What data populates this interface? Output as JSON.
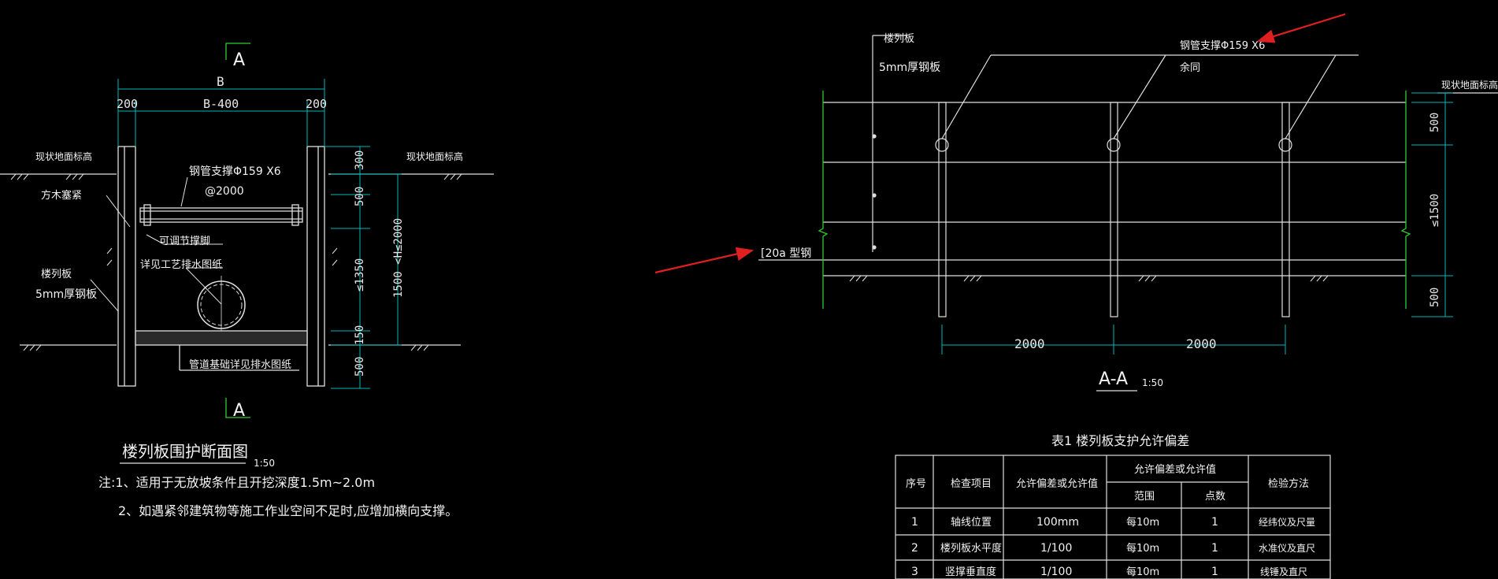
{
  "left_section": {
    "section_marker": "A",
    "dims": {
      "b": "B",
      "left_200": "200",
      "mid": "B-400",
      "right_200": "200"
    },
    "labels": {
      "ground_left": "现状地面标高",
      "ground_right": "现状地面标高",
      "wood_block": "方木塞紧",
      "steel_pipe": "钢管支撑Φ159 X6",
      "spacing": "@2000",
      "adjust_foot": "可调节撑脚",
      "pipe_ref": "详见工艺排水图纸",
      "sheet_pile": "楼列板",
      "steel_plate": "5mm厚钢板",
      "foundation": "管道基础详见排水图纸"
    },
    "right_dims": {
      "d300": "300",
      "d500": "500",
      "d1350": "≤1350",
      "d150": "150",
      "d500b": "500",
      "h_range": "1500 <H≤2000"
    },
    "title": "楼列板围护断面图",
    "scale": "1:50",
    "notes": [
      "注:1、适用于无放坡条件且开挖深度1.5m~2.0m",
      "2、如遇紧邻建筑物等施工作业空间不足时,应增加横向支撑。"
    ]
  },
  "right_section": {
    "labels": {
      "sheet_pile": "楼列板",
      "steel_plate": "5mm厚钢板",
      "steel_pipe": "钢管支撑Φ159 X6",
      "same": "余同",
      "ground": "现状地面标高",
      "channel": "[20a 型钢"
    },
    "dims": {
      "d500_top": "500",
      "d1500": "≤1500",
      "d500_bot": "500",
      "span1": "2000",
      "span2": "2000"
    },
    "title": "A-A",
    "scale": "1:50"
  },
  "table": {
    "caption": "表1  楼列板支护允许偏差",
    "headers": {
      "seq": "序号",
      "item": "检查项目",
      "tolerance": "允许偏差或允许值",
      "group": "允许偏差或允许值",
      "range": "范围",
      "points": "点数",
      "method": "检验方法"
    },
    "rows": [
      {
        "seq": "1",
        "item": "轴线位置",
        "tolerance": "100mm",
        "range": "每10m",
        "points": "1",
        "method": "经纬仪及尺量"
      },
      {
        "seq": "2",
        "item": "楼列板水平度",
        "tolerance": "1/100",
        "range": "每10m",
        "points": "1",
        "method": "水准仪及直尺"
      },
      {
        "seq": "3",
        "item": "竖撑垂直度",
        "tolerance": "1/100",
        "range": "每10m",
        "points": "1",
        "method": "线锤及直尺"
      }
    ]
  },
  "colors": {
    "background": "#000000",
    "line": "#e0e0e0",
    "dimension": "#00b8b8",
    "arrow": "#e02020",
    "green": "#2ecc2e"
  }
}
